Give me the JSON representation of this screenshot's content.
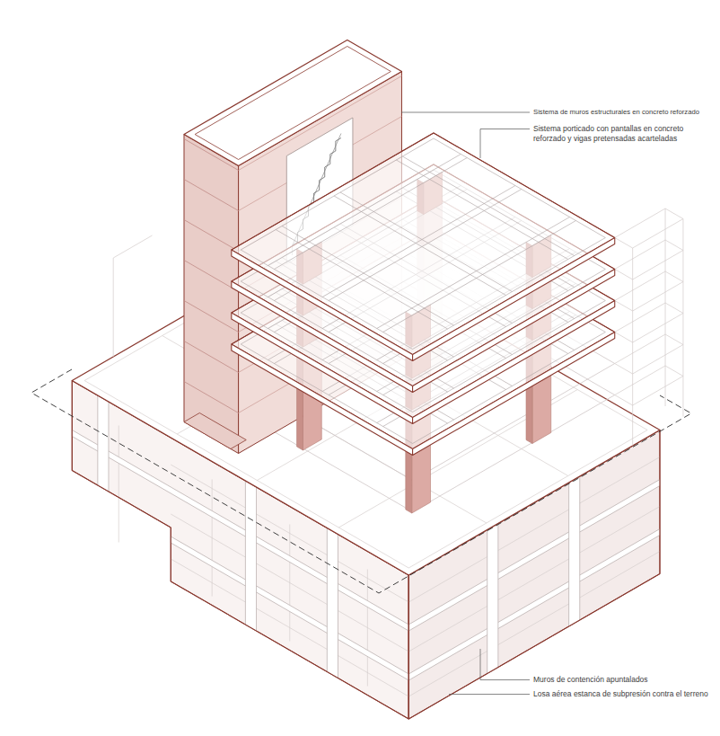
{
  "diagram": {
    "labels": [
      "Sistema de muros estructurales en concreto reforzado",
      "Sistema porticado con pantallas en concreto reforzado y vigas pretensadas acarteladas",
      "Muros de contención apuntalados",
      "Losa aérea estanca de subpresión contra el terreno"
    ]
  }
}
